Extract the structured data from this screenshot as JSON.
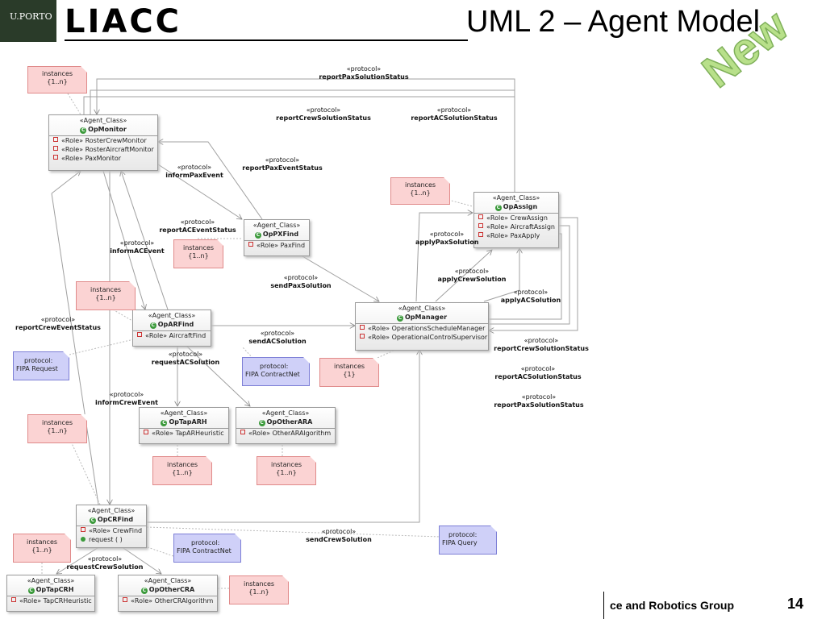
{
  "header": {
    "uporto_label": "U.PORTO",
    "logo": "LIACC",
    "title": "UML 2 – Agent Model",
    "stamp": "New"
  },
  "footer": {
    "group": "ce and Robotics Group",
    "slide_number": "14"
  },
  "classes": {
    "opmonitor": {
      "stereotype": "«Agent_Class»",
      "name": "OpMonitor",
      "roles": [
        "«Role» RosterCrewMonitor",
        "«Role» RosterAircraftMonitor",
        "«Role» PaxMonitor"
      ]
    },
    "oppxfind": {
      "stereotype": "«Agent_Class»",
      "name": "OpPXFind",
      "roles": [
        "«Role» PaxFind"
      ]
    },
    "opassign": {
      "stereotype": "«Agent_Class»",
      "name": "OpAssign",
      "roles": [
        "«Role» CrewAssign",
        "«Role» AircraftAssign",
        "«Role» PaxApply"
      ]
    },
    "opmanager": {
      "stereotype": "«Agent_Class»",
      "name": "OpManager",
      "roles": [
        "«Role» OperationsScheduleManager",
        "«Role» OperationalControlSupervisor"
      ]
    },
    "oparfind": {
      "stereotype": "«Agent_Class»",
      "name": "OpARFind",
      "roles": [
        "«Role» AircraftFind"
      ]
    },
    "optaparh": {
      "stereotype": "«Agent_Class»",
      "name": "OpTapARH",
      "roles": [
        "«Role» TapARHeuristic"
      ]
    },
    "opotherara": {
      "stereotype": "«Agent_Class»",
      "name": "OpOtherARA",
      "roles": [
        "«Role» OtherARAlgorithm"
      ]
    },
    "opcrfind": {
      "stereotype": "«Agent_Class»",
      "name": "OpCRFind",
      "roles": [
        "«Role» CrewFind"
      ],
      "operation": "request ( )"
    },
    "optapcrh": {
      "stereotype": "«Agent_Class»",
      "name": "OpTapCRH",
      "roles": [
        "«Role» TapCRHeuristic"
      ]
    },
    "opothercra": {
      "stereotype": "«Agent_Class»",
      "name": "OpOtherCRA",
      "roles": [
        "«Role» OtherCRAlgorithm"
      ]
    }
  },
  "notes": {
    "inst_monitor": [
      "instances",
      "{1..n}"
    ],
    "inst_assign": [
      "instances",
      "{1..n}"
    ],
    "inst_pxfind": [
      "instances",
      "{1..n}"
    ],
    "inst_arfind": [
      "instances",
      "{1..n}"
    ],
    "inst_manager": [
      "instances",
      "{1}"
    ],
    "inst_crfind": [
      "instances",
      "{1..n}"
    ],
    "inst_taparh": [
      "instances",
      "{1..n}"
    ],
    "inst_otherara": [
      "instances",
      "{1..n}"
    ],
    "inst_tapcrh": [
      "instances",
      "{1..n}"
    ],
    "inst_othercra": [
      "instances",
      "{1..n}"
    ],
    "fipa_request": [
      "protocol:",
      "FIPA Request"
    ],
    "fipa_contractnet_1": [
      "protocol:",
      "FIPA ContractNet"
    ],
    "fipa_contractnet_2": [
      "protocol:",
      "FIPA ContractNet"
    ],
    "fipa_query": [
      "protocol:",
      "FIPA Query"
    ]
  },
  "protocols": {
    "stereotype": "«protocol»",
    "reportPaxSolutionStatus_top": "reportPaxSolutionStatus",
    "reportCrewSolutionStatus_top": "reportCrewSolutionStatus",
    "reportACSolutionStatus_top": "reportACSolutionStatus",
    "reportPaxEventStatus": "reportPaxEventStatus",
    "informPaxEvent": "informPaxEvent",
    "reportACEventStatus": "reportACEventStatus",
    "informACEvent": "informACEvent",
    "applyPaxSolution": "applyPaxSolution",
    "applyCrewSolution": "applyCrewSolution",
    "applyACSolution": "applyACSolution",
    "sendPaxSolution": "sendPaxSolution",
    "reportCrewEventStatus": "reportCrewEventStatus",
    "sendACSolution": "sendACSolution",
    "requestACSolution": "requestACSolution",
    "informCrewEvent": "informCrewEvent",
    "reportCrewSolutionStatus_right": "reportCrewSolutionStatus",
    "reportACSolutionStatus_right": "reportACSolutionStatus",
    "reportPaxSolutionStatus_right": "reportPaxSolutionStatus",
    "sendCrewSolution": "sendCrewSolution",
    "requestCrewSolution": "requestCrewSolution"
  }
}
